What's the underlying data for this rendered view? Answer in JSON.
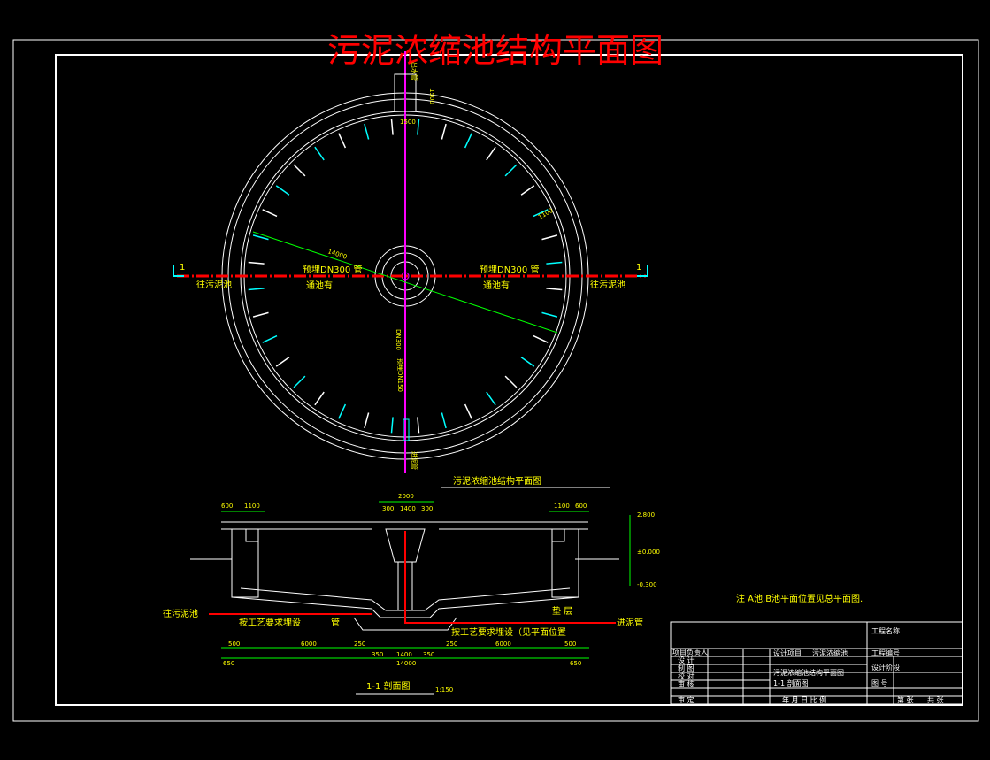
{
  "drawing": {
    "big_title": "污泥浓缩池结构平面图",
    "plan_title": "污泥浓缩池结构平面图",
    "section_title": "1-1 剖面图",
    "section_scale": "1:150",
    "section_mark_left": "1",
    "section_mark_right": "1",
    "note": "注 A池,B池平面位置见总平面图.",
    "plan_labels": {
      "left_pipe_top": "预埋DN300 管",
      "left_pipe_bottom": "通池有",
      "right_pipe_top": "预埋DN300 管",
      "right_pipe_bottom": "通池有",
      "left_end": "往污泥池",
      "right_end": "往污泥池",
      "diameter": "14000",
      "top_dim": "1500",
      "top_dim2": "1500",
      "side_dim": "1100",
      "top_vert": "出水管",
      "bottom_vert": "进泥管",
      "mid_vert": "预埋DN150",
      "center_small": "DN300"
    },
    "section_labels": {
      "left_outlet": "往污泥池",
      "right_inlet": "进泥管",
      "process1": "按工艺要求埋设",
      "process1b": "管",
      "process2": "按工艺要求埋设（见平面位置",
      "cushion": "垫 层",
      "dim_top": "2000",
      "dim_top_a": "300",
      "dim_top_b": "1400",
      "dim_top_c": "300",
      "dim_l1": "600",
      "dim_l2": "1100",
      "dim_r1": "1100",
      "dim_r2": "600",
      "el1": "2.800",
      "el2": "±0.000",
      "el3": "-0.300",
      "bottom_total": "14000",
      "bottom_l": "6000",
      "bottom_r": "6000",
      "bottom_side_l": "650",
      "bottom_side_r": "650",
      "bottom_c1": "350",
      "bottom_c2": "1400",
      "bottom_c3": "350",
      "bottom_x1": "500",
      "bottom_x2": "250",
      "bottom_x3": "250",
      "bottom_x4": "500"
    },
    "title_block": {
      "r1c1": "工程名称",
      "project_lead": "项目负责人",
      "design": "设 计",
      "draw": "制 图",
      "check": "校 对",
      "review": "审 核",
      "approve": "审 定",
      "design_item_label": "设计项目",
      "design_item": "污泥浓缩池",
      "project_no_label": "工程编号",
      "stage_label": "设计阶段",
      "drawing_name_1": "污泥浓缩池结构平面图",
      "drawing_name_2": "1-1 剖面图",
      "drawing_no_label": "图 号",
      "footer": "年 月 日 比 例",
      "sheet": "第 张",
      "total": "共 张"
    },
    "colors": {
      "background": "#000000",
      "frame": "#ffffff",
      "title_red": "#ff0000",
      "yellow": "#ffff00",
      "cyan": "#00ffff",
      "green": "#00ff00",
      "pipe_red": "#ff0000",
      "magenta": "#ff00ff"
    }
  }
}
